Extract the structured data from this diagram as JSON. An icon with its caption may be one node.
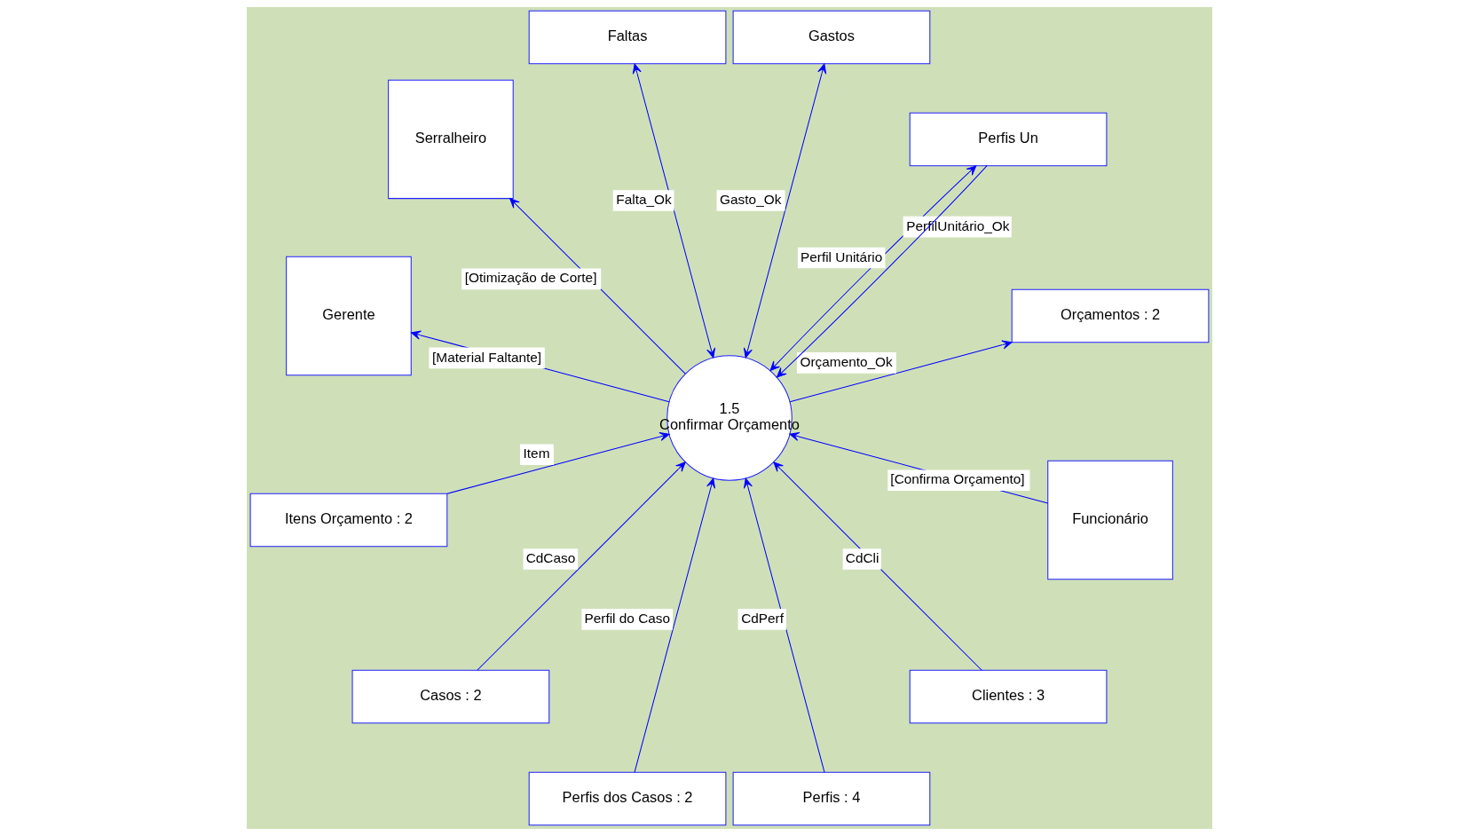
{
  "diagram": {
    "nodes": [
      {
        "text": [
          "Orçamentos : 2"
        ]
      },
      {
        "text": [
          "Itens Orçamento : 2"
        ]
      },
      {
        "text": [
          "Casos : 2"
        ]
      },
      {
        "text": [
          "Perfis dos Casos : 2"
        ]
      },
      {
        "text": [
          "Gerente"
        ]
      },
      {
        "text": [
          "Perfis : 4"
        ]
      },
      {
        "text": [
          "Funcionário"
        ]
      },
      {
        "text": [
          "Perfis Un"
        ]
      },
      {
        "text": [
          "Serralheiro"
        ]
      },
      {
        "text": [
          "Gastos"
        ]
      },
      {
        "text": [
          "Clientes : 3"
        ]
      },
      {
        "text": [
          "Faltas"
        ]
      },
      {
        "text": [
          "1.5",
          "Confirmar Orçamento"
        ]
      }
    ],
    "edges": [
      {
        "from": 12,
        "to": 0,
        "arrow": "to",
        "label": "Orçamento_Ok"
      },
      {
        "from": 12,
        "to": 4,
        "arrow": "to",
        "label": "[Material Faltante]"
      },
      {
        "from": 1,
        "to": 12,
        "arrow": "to",
        "label": "Item"
      },
      {
        "from": 2,
        "to": 12,
        "arrow": "to",
        "label": "CdCaso"
      },
      {
        "from": 3,
        "to": 12,
        "arrow": "to",
        "label": "Perfil do Caso"
      },
      {
        "from": 5,
        "to": 12,
        "arrow": "to",
        "label": "CdPerf"
      },
      {
        "from": 7,
        "to": 12,
        "arrow": "to",
        "label": "Perfil Unitário"
      },
      {
        "from": 12,
        "to": 7,
        "arrow": "both",
        "label": "PerfilUnitário_Ok"
      },
      {
        "from": 6,
        "to": 12,
        "arrow": "to",
        "label": "[Confirma Orçamento]"
      },
      {
        "from": 12,
        "to": 8,
        "arrow": "to",
        "label": "[Otimização de Corte]"
      },
      {
        "from": 10,
        "to": 12,
        "arrow": "to",
        "label": "CdCli"
      },
      {
        "from": 12,
        "to": 9,
        "arrow": "both",
        "label": "Gasto_Ok"
      },
      {
        "from": 12,
        "to": 11,
        "arrow": "both",
        "label": "Falta_Ok"
      }
    ]
  }
}
